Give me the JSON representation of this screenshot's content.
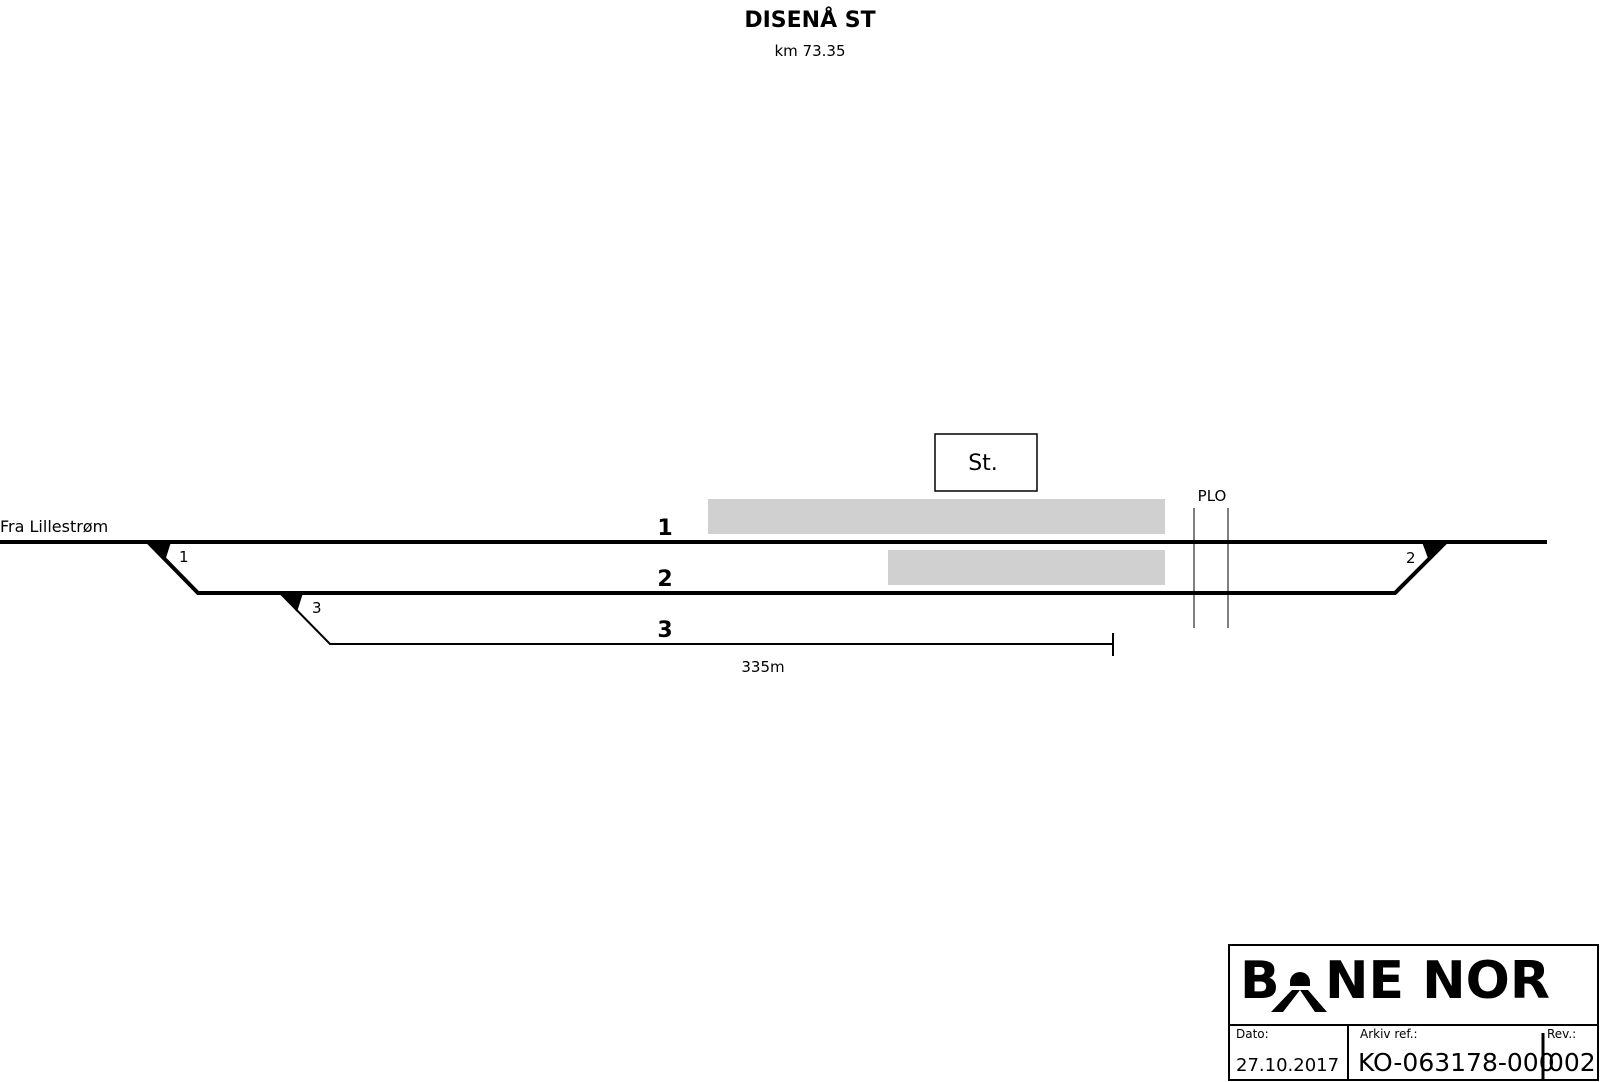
{
  "header": {
    "title": "DISENÅ ST",
    "km": "km 73.35"
  },
  "diagram": {
    "origin_label": "Fra Lillestrøm",
    "tracks": [
      {
        "label": "1"
      },
      {
        "label": "2"
      },
      {
        "label": "3",
        "length": "335m"
      }
    ],
    "switches": [
      {
        "label": "1"
      },
      {
        "label": "2"
      },
      {
        "label": "3"
      }
    ],
    "station_building": "St.",
    "level_crossing": "PLO",
    "platform_color": "#d0d0d0"
  },
  "title_block": {
    "logo": "BANE NOR",
    "date_label": "Dato:",
    "date": "27.10.2017",
    "archive_label": "Arkiv ref.:",
    "archive_ref": "KO-063178-000",
    "rev_label": "Rev.:",
    "rev": "002"
  }
}
